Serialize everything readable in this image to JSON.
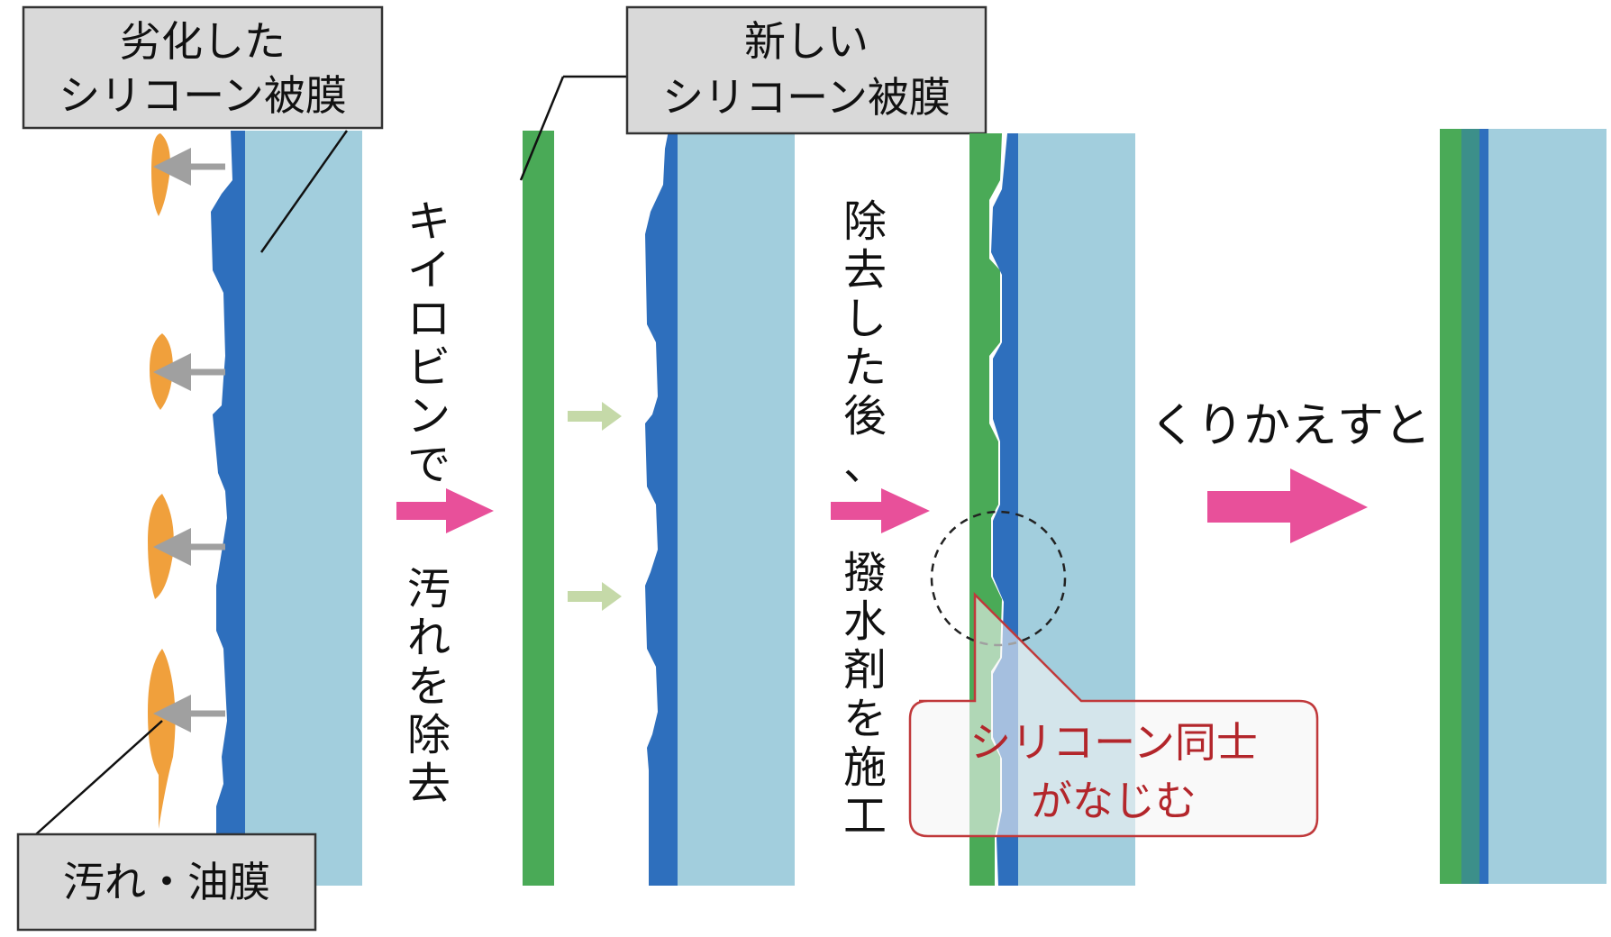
{
  "labels": {
    "degraded_film": [
      "劣化した",
      "シリコーン被膜"
    ],
    "new_film": [
      "新しい",
      "シリコーン被膜"
    ],
    "dirt_film": "汚れ・油膜"
  },
  "steps": {
    "step1_top": [
      "キ",
      "イ",
      "ロ",
      "ビ",
      "ン",
      "で"
    ],
    "step1_bottom": [
      "汚",
      "れ",
      "を",
      "除",
      "去"
    ],
    "step2_top": [
      "除",
      "去",
      "し",
      "た",
      "後",
      "、"
    ],
    "step2_bottom": [
      "撥",
      "水",
      "剤",
      "を",
      "施",
      "工"
    ],
    "step3": "くりかえすと"
  },
  "callout": [
    "シリコーン同士",
    "がなじむ"
  ],
  "colors": {
    "glass": "#a2cedd",
    "silicone_old": "#2e6fbd",
    "silicone_new": "#4aaa57",
    "dirt": "#f0a03c",
    "arrow_main": "#e8509a",
    "arrow_gray": "#a0a0a0",
    "arrow_green": "#c5d9a8",
    "callout_border": "#c0393b",
    "callout_text": "#b3262b",
    "label_bg": "#d9d9d9"
  }
}
